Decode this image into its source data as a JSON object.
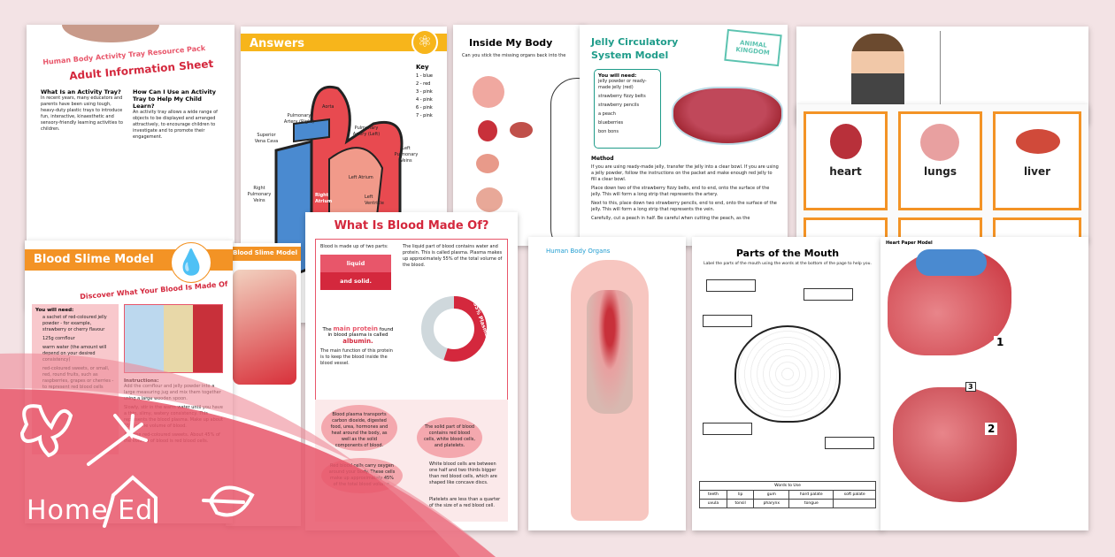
{
  "adult_sheet": {
    "subtitle": "Human Body Activity Tray Resource Pack",
    "title": "Adult Information Sheet",
    "col1_heading": "What Is an Activity Tray?",
    "col1_text": "In recent years, many educators and parents have been using tough, heavy-duty plastic trays to introduce fun, interactive, kinaesthetic and sensory-friendly learning activities to children.",
    "col2_heading": "How Can I Use an Activity Tray to Help My Child Learn?",
    "col2_text": "An activity tray allows a wide range of objects to be displayed and arranged attractively, to encourage children to investigate and to promote their engagement."
  },
  "answers": {
    "title": "Answers",
    "key_title": "Key",
    "key": [
      "1 - blue",
      "2 - red",
      "3 - pink",
      "4 - pink",
      "6 - pink",
      "7 - pink"
    ],
    "labels": [
      "Aorta",
      "Pulmonary Artery (Right)",
      "Pulmonary Artery (Left)",
      "Superior Vena Cava",
      "Left Pulmonary Veins",
      "Left Atrium",
      "Right Atrium",
      "Left Ventricle",
      "Right Pulmonary Veins"
    ]
  },
  "inside_body": {
    "title": "Inside My Body",
    "instruction": "Can you stick the missing organs back into the"
  },
  "jelly": {
    "title": "Jelly Circulatory System Model",
    "stamp": "ANIMAL KINGDOM",
    "need_title": "You will need:",
    "needs": [
      "jelly powder or ready-made jelly (red)",
      "strawberry fizzy belts",
      "strawberry pencils",
      "a peach",
      "blueberries",
      "bon bons"
    ],
    "method_title": "Method",
    "steps": [
      "If you are using ready-made jelly, transfer the jelly into a clear bowl. If you are using a jelly powder, follow the instructions on the packet and make enough red jelly to fill a clear bowl.",
      "Place down two of the strawberry fizzy belts, end to end, onto the surface of the jelly. This will form a long strip that represents the artery.",
      "Next to this, place down two strawberry pencils, end to end, onto the surface of the jelly. This will form a long strip that represents the vein.",
      "Carefully, cut a peach in half. Be careful when cutting the peach, as the"
    ]
  },
  "organ_cards": {
    "labels": [
      "heart",
      "lungs",
      "liver"
    ]
  },
  "blood_slime": {
    "title": "Blood Slime Model",
    "subtitle": "Discover What Your Blood Is Made Of",
    "need_title": "You will need:",
    "needs": [
      "a sachet of red-coloured jelly powder - for example, strawberry or cherry flavour",
      "125g cornflour",
      "warm water (the amount will depend on your desired consistency)",
      "red-coloured sweets, or small, red, round fruits, such as raspberries, grapes or cherries - to represent red blood cells"
    ],
    "instructions_title": "Instructions:",
    "steps": [
      "Add the cornflour and jelly powder into a large measuring jug and mix them together using a large wooden spoon.",
      "Slowly, stir in the warm water until you have a thin, slimy, watery consistency. This represents the blood plasma. Make up about 55% of the volume of blood.",
      "Add the red-coloured sweets. About 45% of the volume of blood is red blood cells."
    ],
    "second_title": "Blood Slime Model"
  },
  "blood_made": {
    "title": "What Is Blood Made Of?",
    "intro": "Blood is made up of two parts:",
    "part1": "liquid",
    "part2": "and solid.",
    "plasma_text": "The liquid part of blood contains water and protein. This is called plasma. Plasma makes up approximately 55% of the total volume of the blood.",
    "donut_label": "55% Plasma",
    "plasma_percent": 55,
    "protein_pre": "The",
    "protein_hl": "main protein",
    "protein_mid": "found in blood plasma is called",
    "protein_name": "albumin.",
    "protein_fn": "The main function of this protein is to keep the blood inside the blood vessel.",
    "bubbles": [
      "Blood plasma transports carbon dioxide, digested food, urea, hormones and heat around the body, as well as the solid components of blood.",
      "The solid part of blood contains red blood cells, white blood cells, and platelets.",
      "Red blood cells carry oxygen around your body. These cells make up approximately 45% of the total blood volume."
    ],
    "wbc_text": "White blood cells are between one half and two thirds bigger than red blood cells, which are shaped like concave discs.",
    "platelet_text": "Platelets are less than a quarter of the size of a red blood cell."
  },
  "organs_sheet": {
    "title": "Human Body Organs"
  },
  "mouth": {
    "title": "Parts of the Mouth",
    "instruction": "Label the parts of the mouth using the words at the bottom of the page to help you.",
    "words_title": "Words to Use",
    "words": [
      [
        "teeth",
        "lip",
        "gum",
        "hard palate",
        "soft palate"
      ],
      [
        "uvula",
        "tonsil",
        "pharynx",
        "tongue",
        ""
      ]
    ]
  },
  "heart_model": {
    "title": "Heart Paper Model",
    "numbers": [
      "1",
      "2",
      "3"
    ]
  },
  "brand": {
    "logo": "Home Ed",
    "colors": {
      "pink": "#e8566a",
      "orange": "#f39325",
      "yellow": "#f7b51b",
      "teal": "#1f9c8a",
      "red": "#d4283d"
    }
  }
}
